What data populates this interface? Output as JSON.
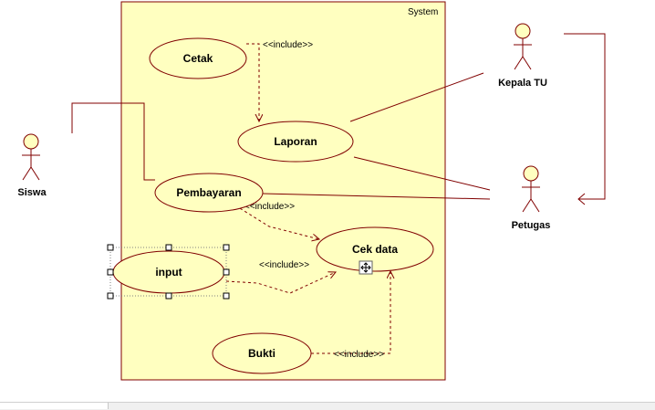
{
  "system": {
    "label": "System",
    "fill": "#ffffc0",
    "border": "#800000"
  },
  "actors": {
    "siswa": "Siswa",
    "kepala_tu": "Kepala TU",
    "petugas": "Petugas"
  },
  "use_cases": {
    "cetak": "Cetak",
    "laporan": "Laporan",
    "pembayaran": "Pembayaran",
    "cek_data": "Cek data",
    "input": "input",
    "bukti": "Bukti"
  },
  "relations": {
    "include_cetak_laporan": "<<include>>",
    "include_pembayaran_cekdata": "<<include>>",
    "include_input_cekdata": "<<include>>",
    "include_bukti_cekdata": "<<include>>"
  },
  "colors": {
    "line": "#800000",
    "use_case_fill": "#ffffc0",
    "actor_fill": "#ffffc0"
  }
}
